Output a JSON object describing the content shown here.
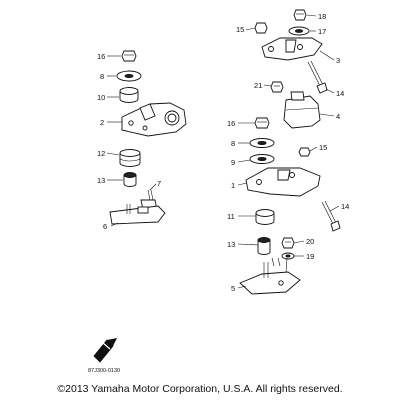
{
  "callouts": {
    "n1": "1",
    "n2": "2",
    "n3": "3",
    "n4": "4",
    "n5": "5",
    "n6": "6",
    "n7": "7",
    "n8a": "8",
    "n8b": "8",
    "n9": "9",
    "n10": "10",
    "n11": "11",
    "n12": "12",
    "n13a": "13",
    "n13b": "13",
    "n14a": "14",
    "n14b": "14",
    "n15a": "15",
    "n15b": "15",
    "n16a": "16",
    "n16b": "16",
    "n17": "17",
    "n18": "18",
    "n19": "19",
    "n20": "20",
    "n21": "21"
  },
  "diagram_code": "87J300-0130",
  "copyright": "©2013 Yamaha Motor Corporation, U.S.A. All rights reserved."
}
